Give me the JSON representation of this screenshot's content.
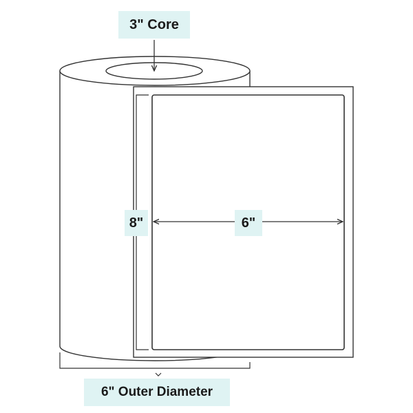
{
  "labels": {
    "core": "3\" Core",
    "label_height": "8\"",
    "label_width": "6\"",
    "outer_diameter": "6\" Outer Diameter"
  },
  "colors": {
    "callout_background": "#dff3f3",
    "outline": "#333333",
    "background": "#ffffff"
  }
}
